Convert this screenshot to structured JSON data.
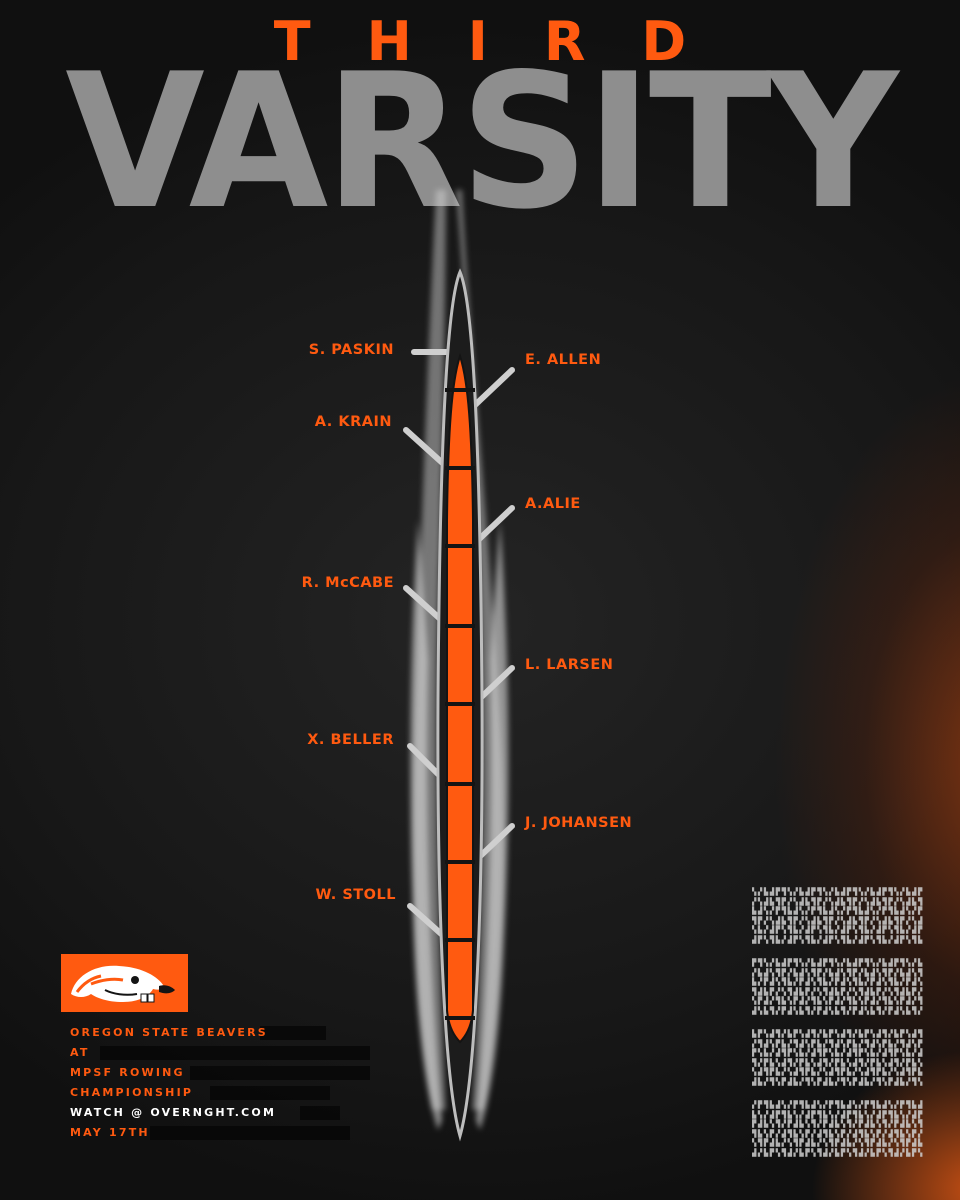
{
  "title": {
    "line1": "THIRD",
    "line2": "VARSITY"
  },
  "crew": {
    "coxswain": "S. PASKIN",
    "left": [
      "A. KRAIN",
      "R. McCABE",
      "X. BELLER",
      "W. STOLL"
    ],
    "right": [
      "E. ALLEN",
      "A.ALIE",
      "L. LARSEN",
      "J. JOHANSEN"
    ]
  },
  "info": {
    "line1": "OREGON STATE BEAVERS",
    "line2": "AT",
    "line3": "MPSF ROWING",
    "line4": "CHAMPIONSHIP",
    "watch": "WATCH @ OVERNGHT.COM",
    "date": "MAY 17TH"
  },
  "colors": {
    "accent": "#ff5a10",
    "title_gray": "#8e8e8e",
    "background": "#161616"
  },
  "logo": {
    "icon": "beaver-icon"
  }
}
